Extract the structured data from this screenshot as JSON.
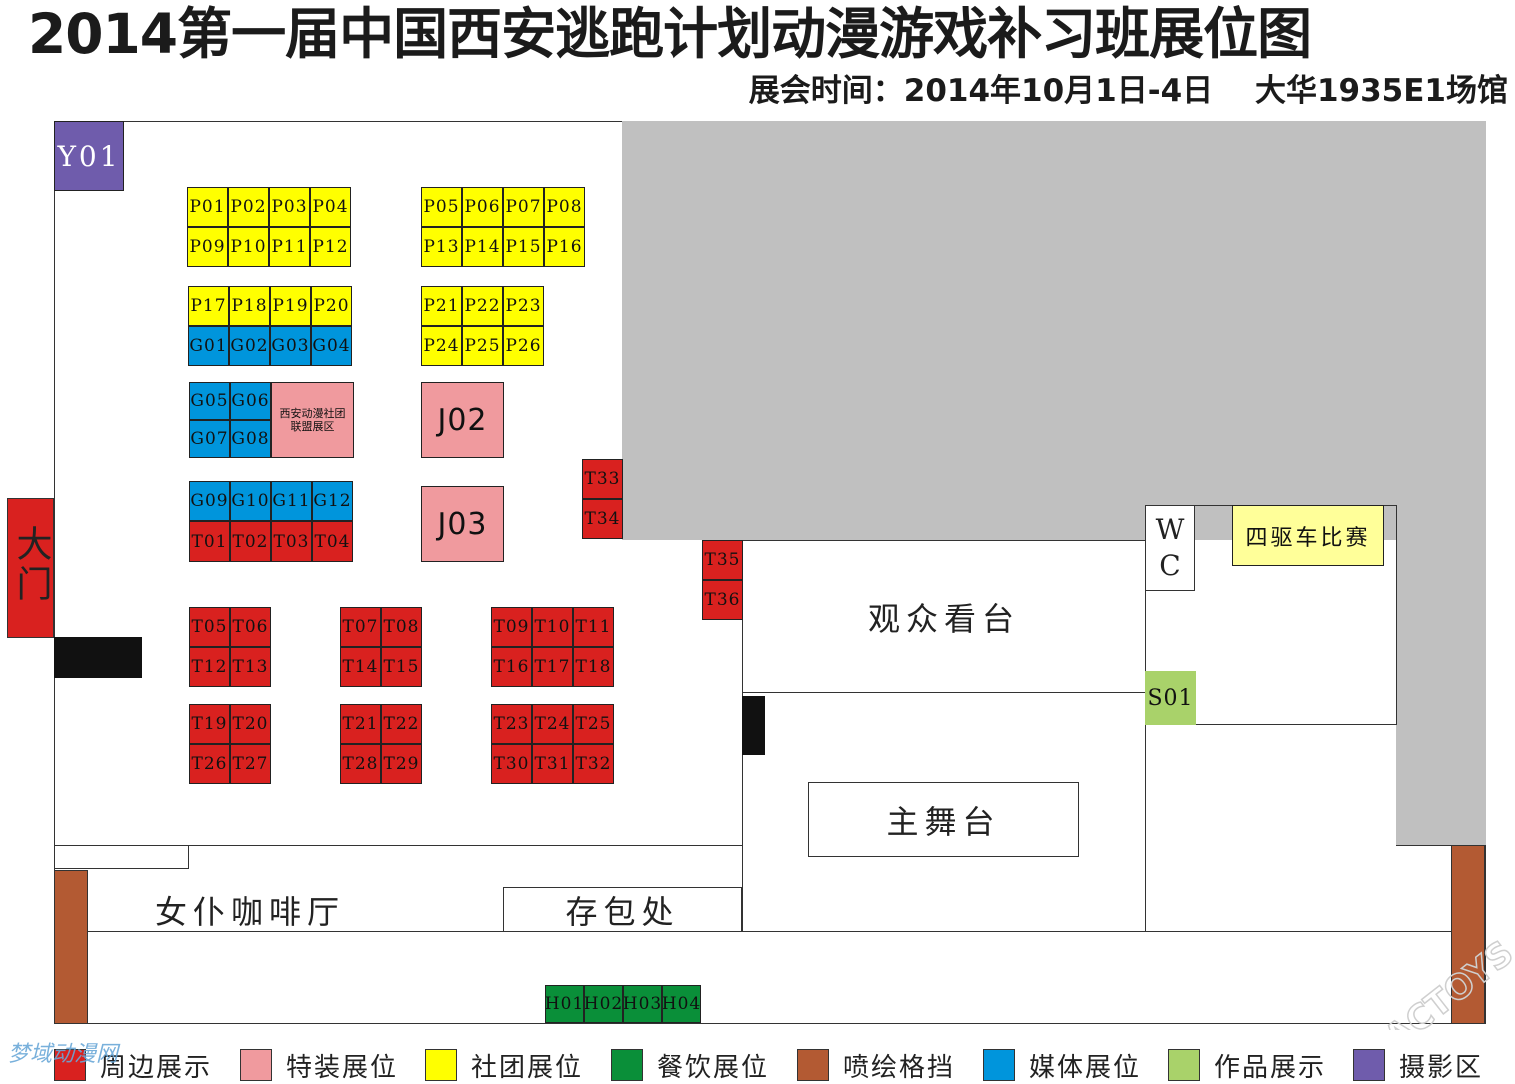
{
  "title": "2014第一届中国西安逃跑计划动漫游戏补习班展位图",
  "subtitle": "展会时间：2014年10月1日-4日　 大华1935E1场馆",
  "areas": {
    "entrance": "大门",
    "audience_stand": "观众看台",
    "main_stage": "主舞台",
    "maid_cafe": "女仆咖啡厅",
    "cloakroom": "存包处",
    "wc_w": "W",
    "wc_c": "C",
    "rc_race": "四驱车比赛",
    "club_union": "西安动漫社团联盟展区",
    "j02": "J02",
    "j03": "J03",
    "y01": "Y01",
    "s01": "S01"
  },
  "booths": {
    "p_row1a": [
      "P01",
      "P02",
      "P03",
      "P04"
    ],
    "p_row2a": [
      "P09",
      "P10",
      "P11",
      "P12"
    ],
    "p_row1b": [
      "P05",
      "P06",
      "P07",
      "P08"
    ],
    "p_row2b": [
      "P13",
      "P14",
      "P15",
      "P16"
    ],
    "p_row3a": [
      "P17",
      "P18",
      "P19",
      "P20"
    ],
    "g_row1": [
      "G01",
      "G02",
      "G03",
      "G04"
    ],
    "p_row3b": [
      "P21",
      "P22",
      "P23"
    ],
    "p_row4b": [
      "P24",
      "P25",
      "P26"
    ],
    "g_block_top": [
      "G05",
      "G06"
    ],
    "g_block_bottom": [
      "G07",
      "G08"
    ],
    "g_row3": [
      "G09",
      "G10",
      "G11",
      "G12"
    ],
    "t_row0": [
      "T01",
      "T02",
      "T03",
      "T04"
    ],
    "t_33_34": [
      "T33",
      "T34"
    ],
    "t_35_36": [
      "T35",
      "T36"
    ],
    "t_block1_top": [
      "T05",
      "T06"
    ],
    "t_block1_bottom": [
      "T12",
      "T13"
    ],
    "t_block2_top": [
      "T07",
      "T08"
    ],
    "t_block2_bottom": [
      "T14",
      "T15"
    ],
    "t_block3_top": [
      "T09",
      "T10",
      "T11"
    ],
    "t_block3_bottom": [
      "T16",
      "T17",
      "T18"
    ],
    "t_block4_top": [
      "T19",
      "T20"
    ],
    "t_block4_bottom": [
      "T26",
      "T27"
    ],
    "t_block5_top": [
      "T21",
      "T22"
    ],
    "t_block5_bottom": [
      "T28",
      "T29"
    ],
    "t_block6_top": [
      "T23",
      "T24",
      "T25"
    ],
    "t_block6_bottom": [
      "T30",
      "T31",
      "T32"
    ],
    "h_row": [
      "H01",
      "H02",
      "H03",
      "H04"
    ]
  },
  "legend": [
    {
      "label": "周边展示",
      "color": "#d9211f"
    },
    {
      "label": "特装展位",
      "color": "#f09a9e"
    },
    {
      "label": "社团展位",
      "color": "#ffff00"
    },
    {
      "label": "餐饮展位",
      "color": "#0a8f39"
    },
    {
      "label": "喷绘格挡",
      "color": "#b35a33"
    },
    {
      "label": "媒体展位",
      "color": "#0095dc"
    },
    {
      "label": "作品展示",
      "color": "#a9d26a"
    },
    {
      "label": "摄影区",
      "color": "#6f5cac"
    }
  ],
  "watermarks": {
    "left": "梦域动漫网",
    "right": "ACTOYS"
  }
}
